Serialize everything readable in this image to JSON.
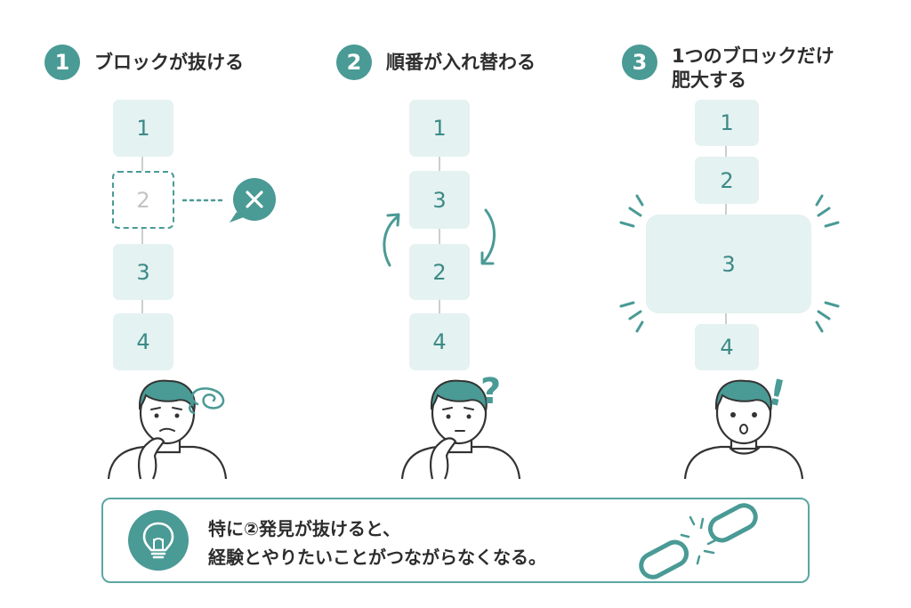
{
  "panels": [
    {
      "number": "1",
      "title": "ブロックが抜ける",
      "blocks": [
        "1",
        "2",
        "3",
        "4"
      ]
    },
    {
      "number": "2",
      "title": "順番が入れ替わる",
      "blocks": [
        "1",
        "3",
        "2",
        "4"
      ]
    },
    {
      "number": "3",
      "title_line1": "1つのブロックだけ",
      "title_line2": "肥大する",
      "blocks": [
        "1",
        "2",
        "3",
        "4"
      ]
    }
  ],
  "reactions": {
    "question": "?",
    "exclaim": "!"
  },
  "note": {
    "line1": "特に②発見が抜けると、",
    "line2": "経験とやりたいことがつながらなくなる。"
  },
  "icons": [
    "close-icon",
    "rotate-arrows-icon",
    "lightbulb-icon",
    "broken-chain-icon"
  ],
  "colors": {
    "teal": "#4a9a95",
    "block_fill": "#e4f2f1",
    "block_text": "#3b8a86",
    "missing_text": "#c3c3c3"
  }
}
